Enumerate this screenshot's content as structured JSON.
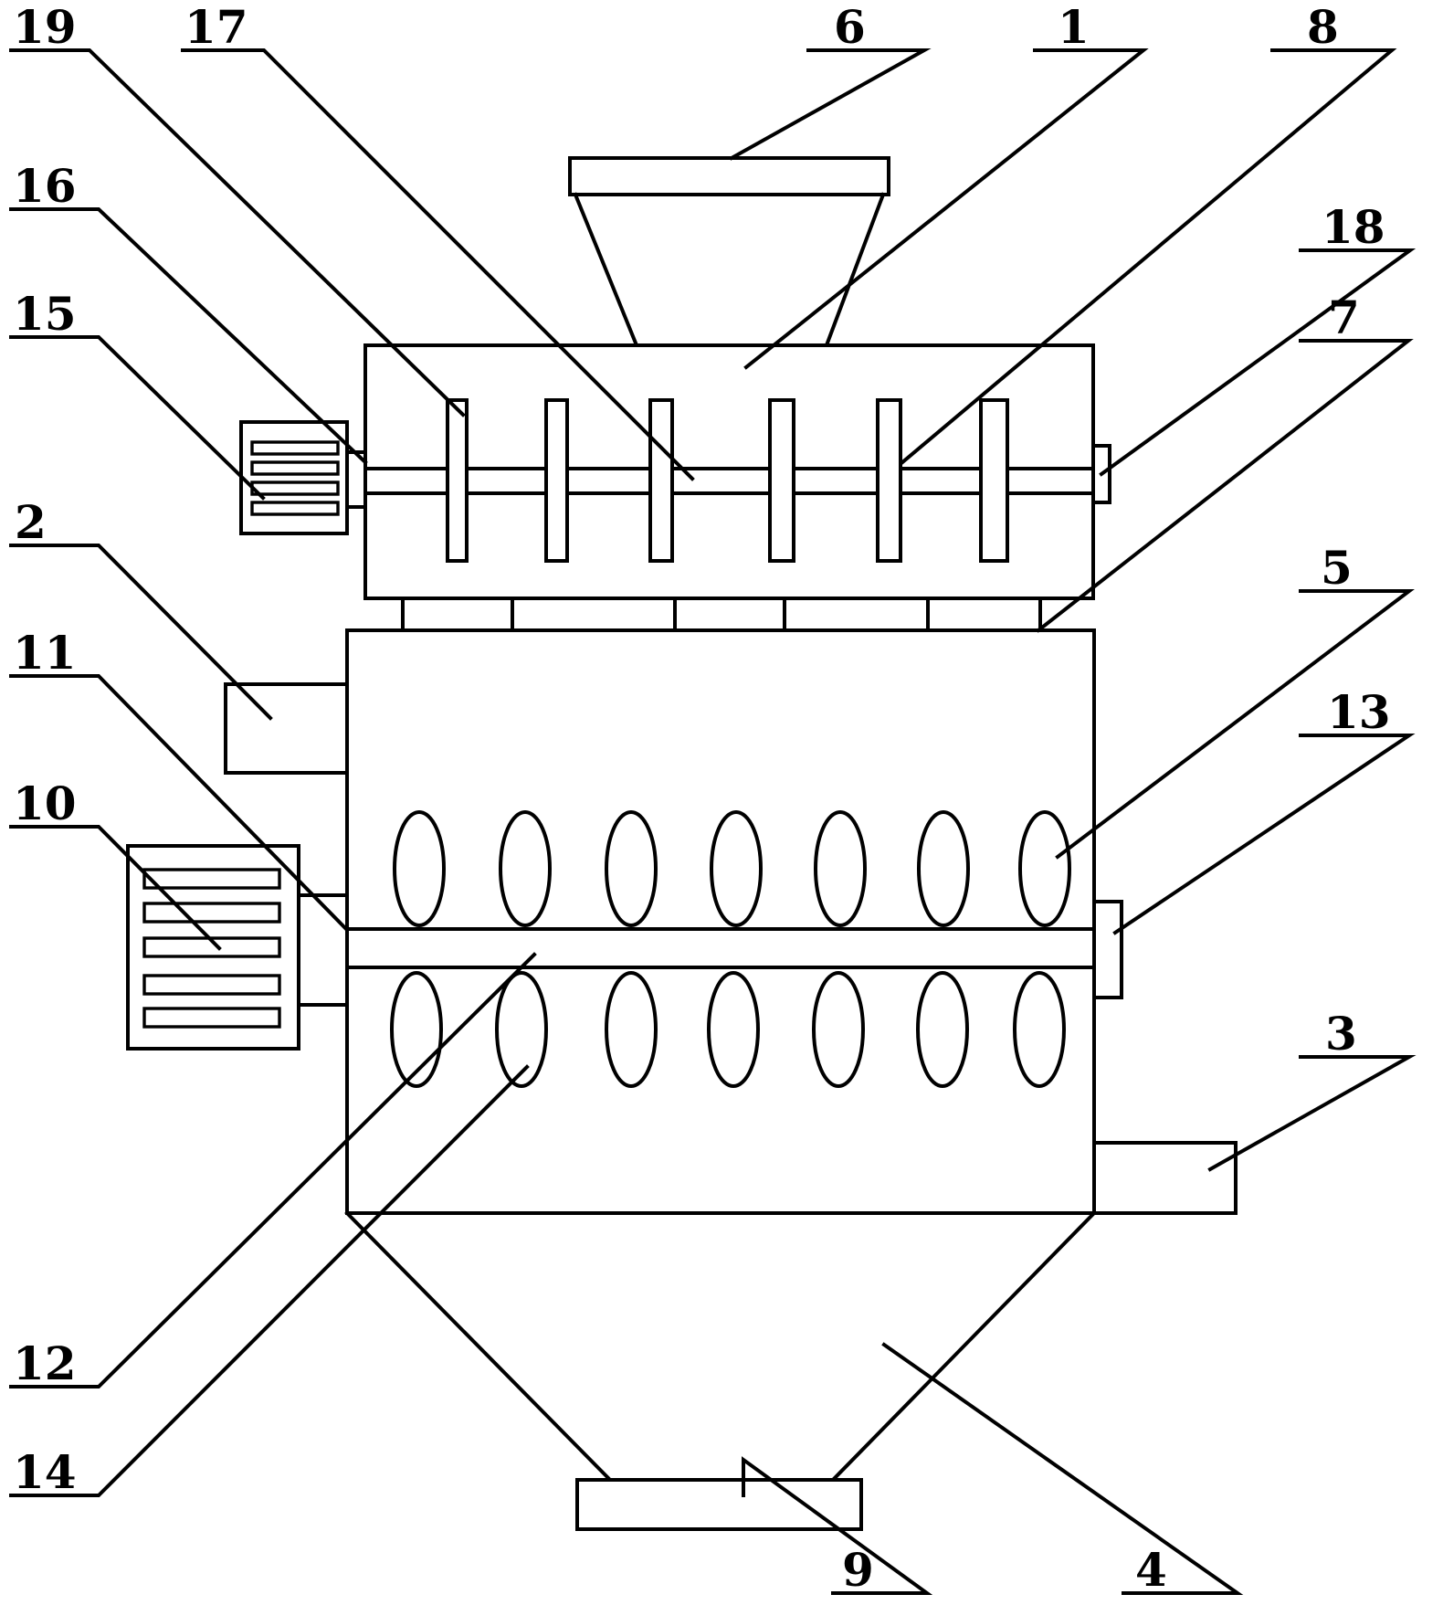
{
  "labels": {
    "l1": "1",
    "l2": "2",
    "l3": "3",
    "l4": "4",
    "l5": "5",
    "l6": "6",
    "l7": "7",
    "l8": "8",
    "l9": "9",
    "l10": "10",
    "l11": "11",
    "l12": "12",
    "l13": "13",
    "l14": "14",
    "l15": "15",
    "l16": "16",
    "l17": "17",
    "l18": "18",
    "l19": "19"
  },
  "colors": {
    "stroke": "#000000",
    "background": "#ffffff"
  }
}
